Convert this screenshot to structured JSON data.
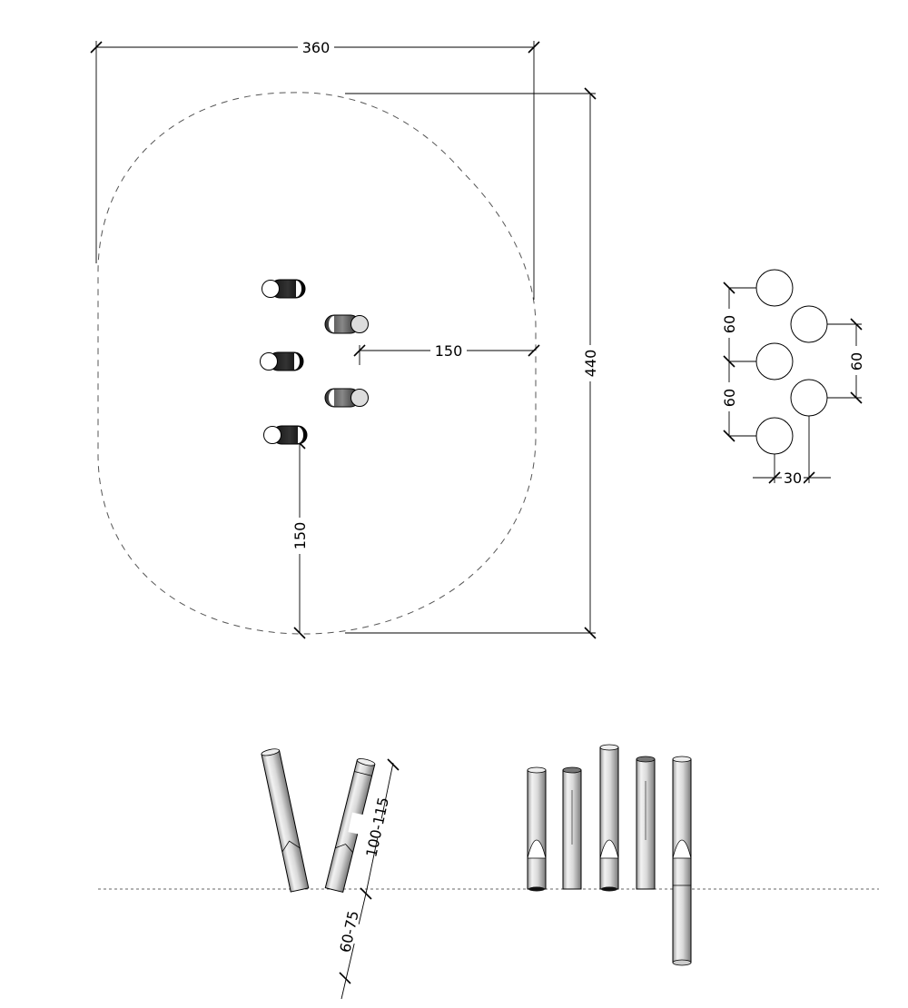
{
  "plan": {
    "width_label": "360",
    "depth_label": "440",
    "post_offset_label": "150",
    "post_setback_label": "150"
  },
  "spacing": {
    "left_upper_label": "60",
    "left_lower_label": "60",
    "right_label": "60",
    "bottom_label": "30"
  },
  "elevation": {
    "height_label": "100-115",
    "depth_label": "60-75"
  }
}
